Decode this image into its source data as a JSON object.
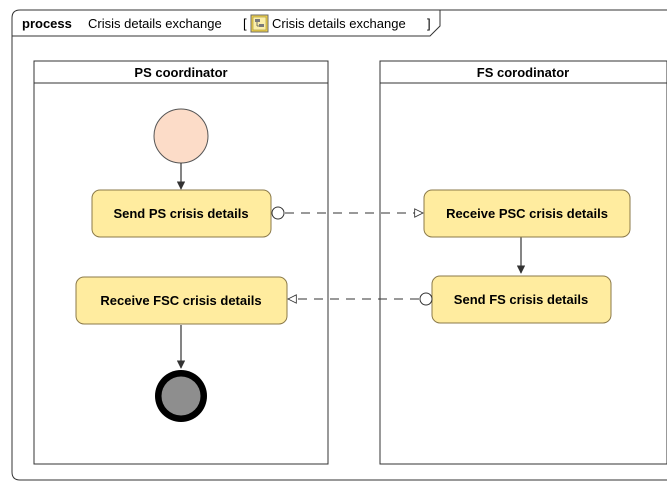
{
  "diagram": {
    "frame": {
      "keyword": "process",
      "name": "Crisis details exchange",
      "bracket_open": "[",
      "bracket_close": "]",
      "ref_name": "Crisis details exchange",
      "ref_icon": "process-diagram-icon"
    },
    "lanes": [
      {
        "title": "PS coordinator"
      },
      {
        "title": "FS corodinator"
      }
    ],
    "actions": [
      {
        "label": "Send PS crisis details"
      },
      {
        "label": "Receive FSC crisis details"
      },
      {
        "label": "Receive PSC crisis details"
      },
      {
        "label": "Send FS crisis details"
      }
    ],
    "colors": {
      "action_fill": "#FFEC9F",
      "action_stroke": "#8B7A4A",
      "initial_fill": "#FCDCC8",
      "final_fill": "#8E8E8E",
      "line": "#333333"
    }
  }
}
